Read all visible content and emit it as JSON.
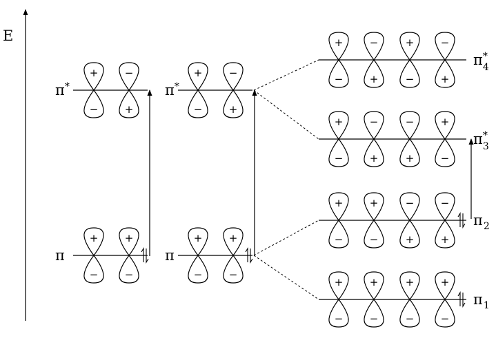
{
  "axis": {
    "label": "E"
  },
  "columns": [
    {
      "id": "ethylene-1",
      "levels": [
        {
          "label": "π",
          "sup": "*",
          "sub": "",
          "signs_top": [
            "+",
            "−"
          ],
          "signs_bottom": [
            "−",
            "+"
          ],
          "electrons": 0
        },
        {
          "label": "π",
          "sup": "",
          "sub": "",
          "signs_top": [
            "+",
            "+"
          ],
          "signs_bottom": [
            "−",
            "−"
          ],
          "electrons": 2
        }
      ]
    },
    {
      "id": "ethylene-2",
      "levels": [
        {
          "label": "π",
          "sup": "*",
          "sub": "",
          "signs_top": [
            "+",
            "−"
          ],
          "signs_bottom": [
            "−",
            "+"
          ],
          "electrons": 0
        },
        {
          "label": "π",
          "sup": "",
          "sub": "",
          "signs_top": [
            "+",
            "+"
          ],
          "signs_bottom": [
            "−",
            "−"
          ],
          "electrons": 2
        }
      ]
    },
    {
      "id": "butadiene",
      "levels": [
        {
          "label": "π",
          "sup": "*",
          "sub": "4",
          "signs_top": [
            "+",
            "−",
            "+",
            "−"
          ],
          "signs_bottom": [
            "−",
            "+",
            "−",
            "+"
          ],
          "electrons": 0
        },
        {
          "label": "π",
          "sup": "*",
          "sub": "3",
          "signs_top": [
            "+",
            "−",
            "−",
            "+"
          ],
          "signs_bottom": [
            "−",
            "+",
            "+",
            "−"
          ],
          "electrons": 0
        },
        {
          "label": "π",
          "sup": "",
          "sub": "2",
          "signs_top": [
            "+",
            "+",
            "−",
            "−"
          ],
          "signs_bottom": [
            "−",
            "−",
            "+",
            "+"
          ],
          "electrons": 2
        },
        {
          "label": "π",
          "sup": "",
          "sub": "1",
          "signs_top": [
            "+",
            "+",
            "+",
            "+"
          ],
          "signs_bottom": [
            "−",
            "−",
            "−",
            "−"
          ],
          "electrons": 2
        }
      ]
    }
  ]
}
